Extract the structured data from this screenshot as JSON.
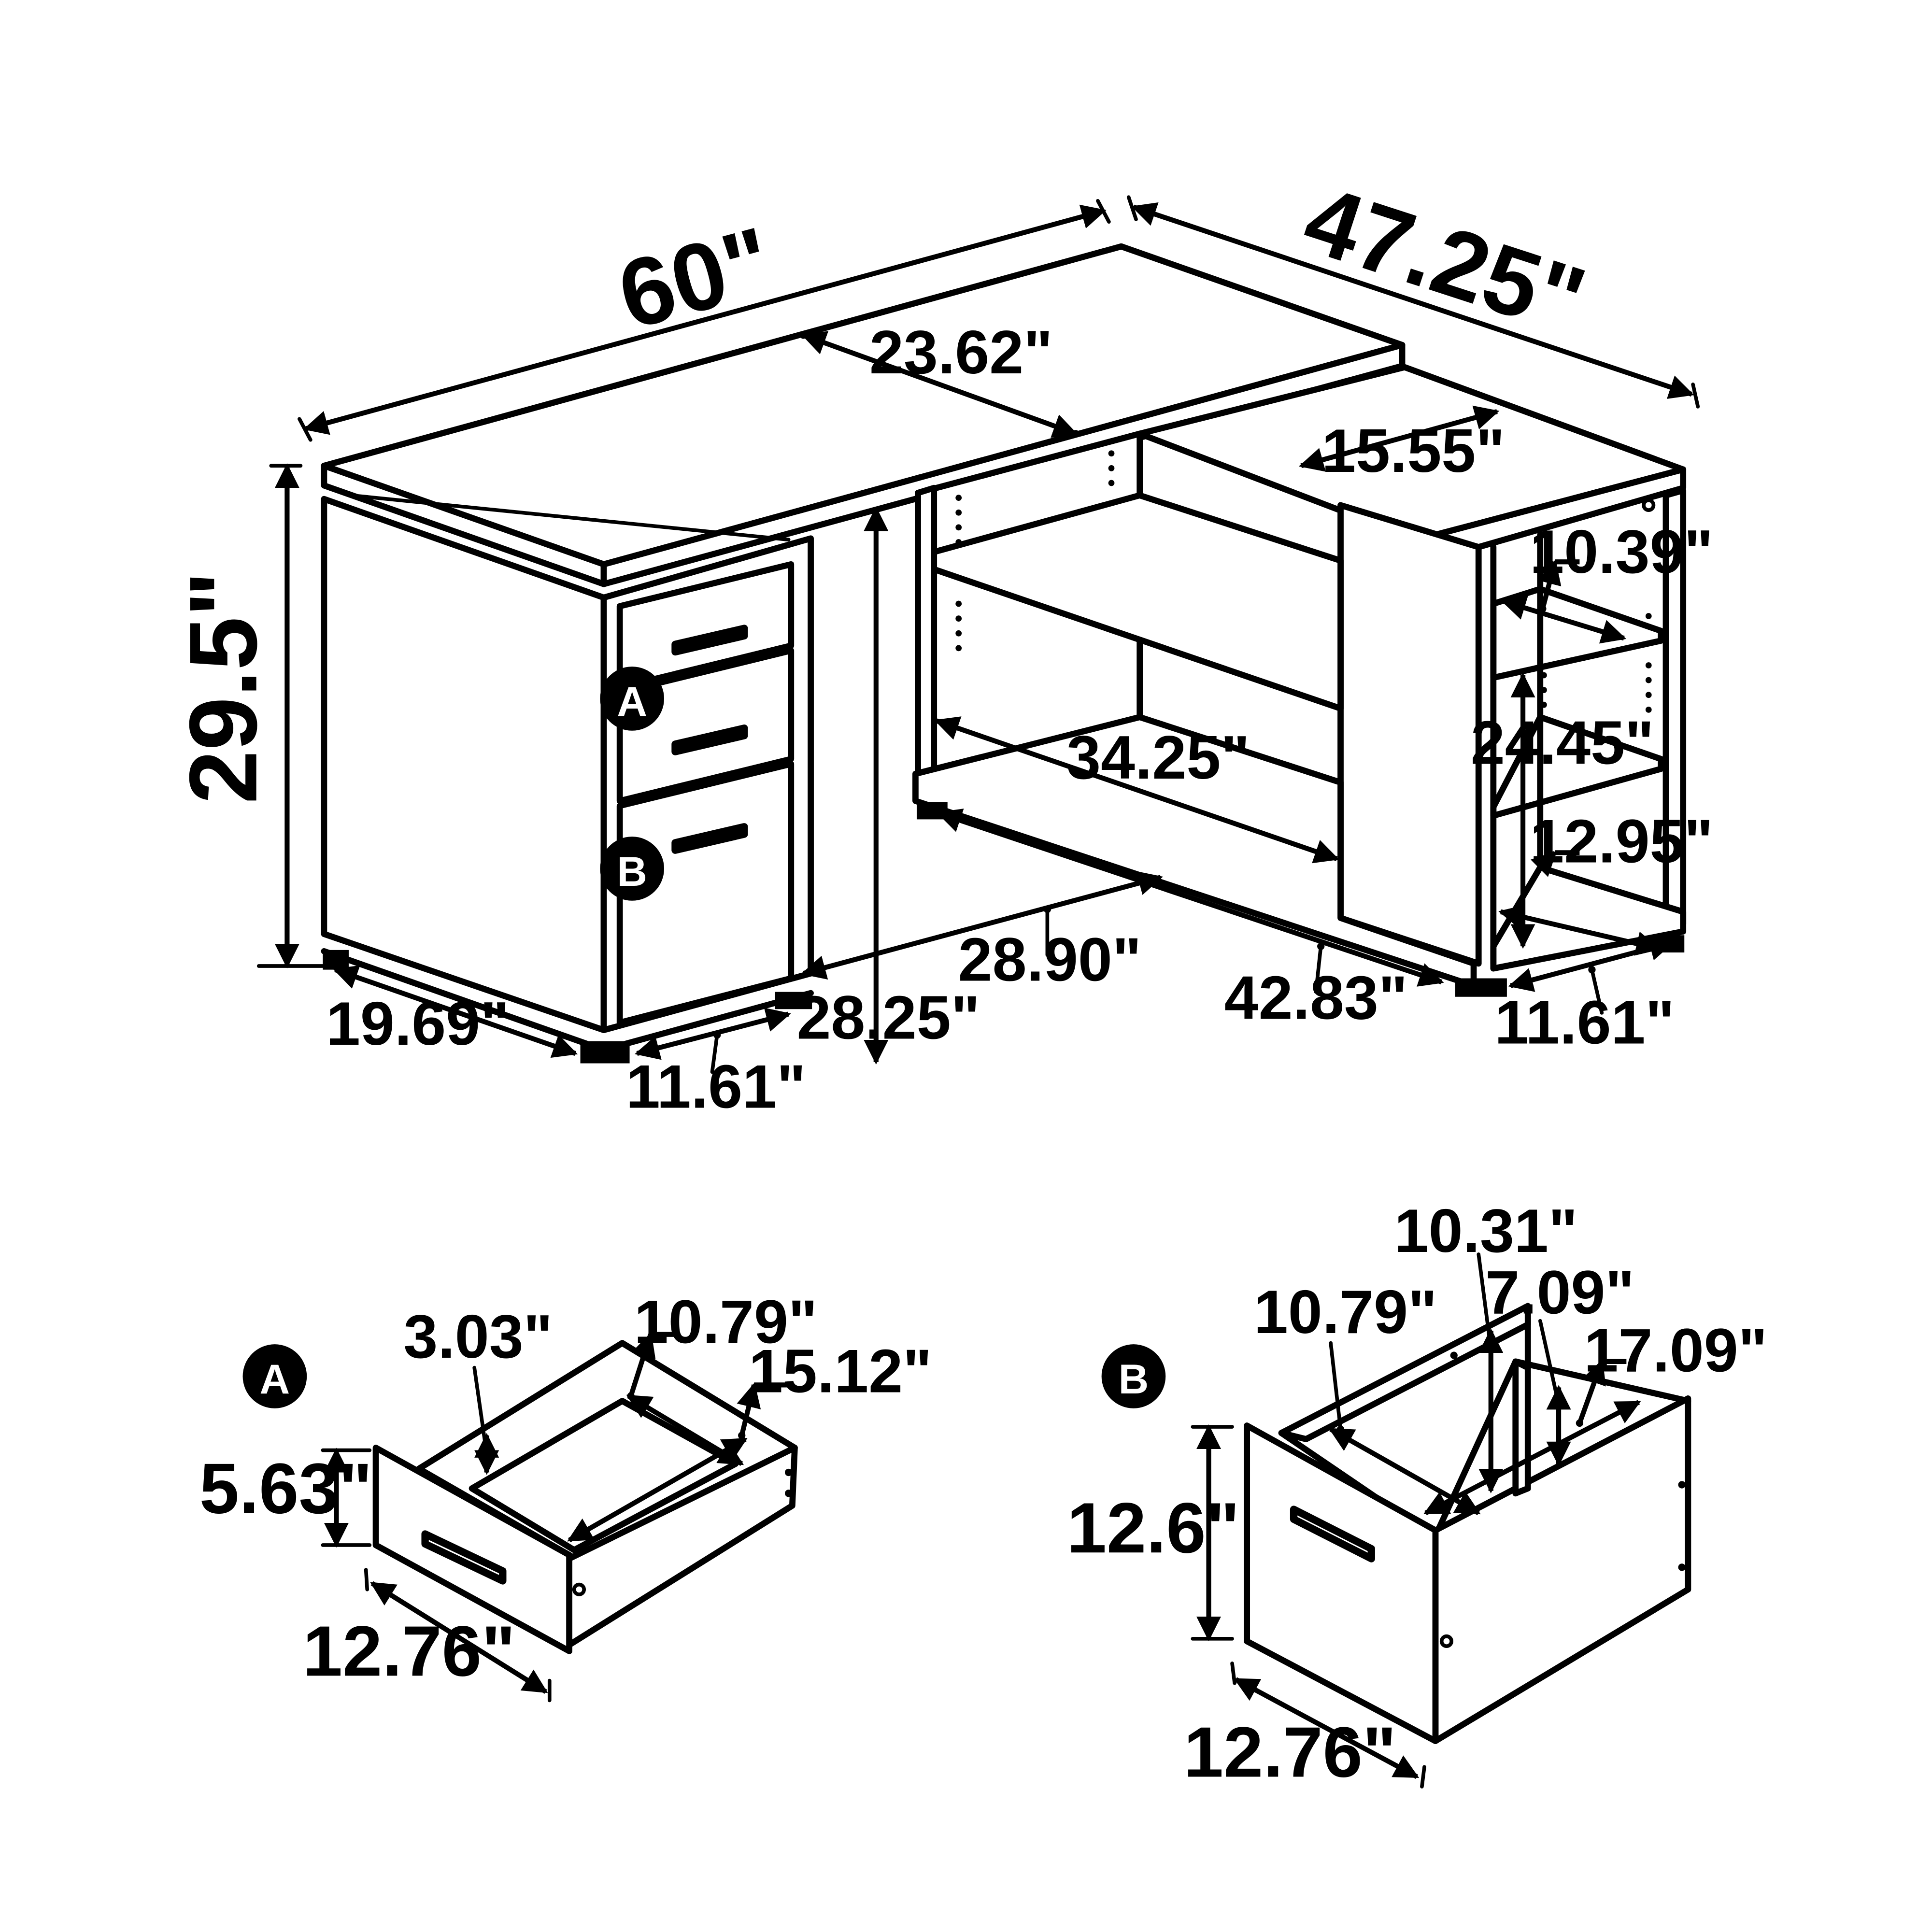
{
  "desk": {
    "overall_length": "60\"",
    "overall_width": "47.25\"",
    "overall_height": "29.5\"",
    "top_depth": "23.62\"",
    "return_top_depth": "15.55\"",
    "shelf_width": "34.25\"",
    "open_span": "28.90\"",
    "knee_height": "28.25\"",
    "pedestal_depth": "19.69\"",
    "pedestal_width": "11.61\"",
    "return_length": "42.83\"",
    "bookcase_width": "11.61\"",
    "bookcase_shelf_depth": "10.39\"",
    "bookcase_height": "24.45\"",
    "bookcase_bottom_depth": "12.95\"",
    "badge_a": "A",
    "badge_b": "B"
  },
  "drawer_a": {
    "badge": "A",
    "front_height": "5.63\"",
    "front_width": "12.76\"",
    "inner_height": "3.03\"",
    "inner_width": "10.79\"",
    "inner_depth": "15.12\""
  },
  "drawer_b": {
    "badge": "B",
    "front_height": "12.6\"",
    "front_width": "12.76\"",
    "inner_width": "10.79\"",
    "inner_height": "10.31\"",
    "side_height": "7.09\"",
    "inner_depth": "17.09\""
  }
}
